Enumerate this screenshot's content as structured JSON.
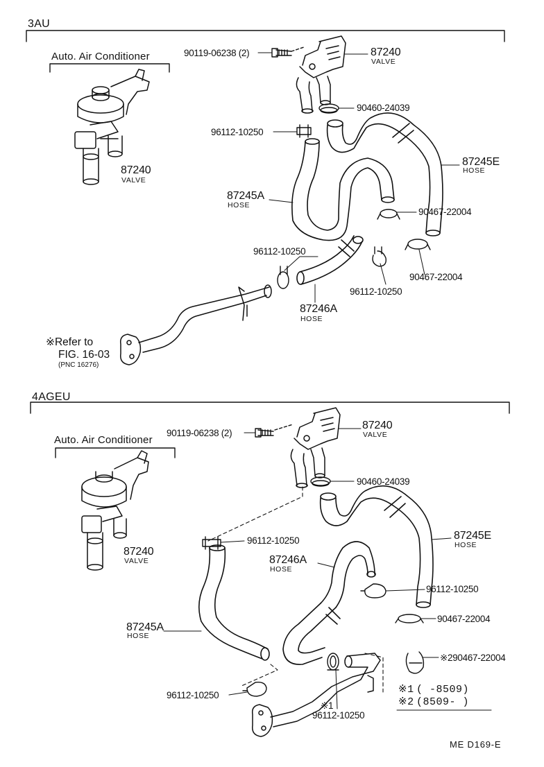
{
  "sections": [
    {
      "id": "3au",
      "title": "3AU",
      "option_label": "Auto. Air Conditioner",
      "parts": {
        "bolt": {
          "number": "90119-06238 (2)"
        },
        "valve_main": {
          "number": "87240",
          "name": "VALVE"
        },
        "clamp_24039": {
          "number": "90460-24039"
        },
        "clamp_10250_top": {
          "number": "96112-10250"
        },
        "hose_e": {
          "number": "87245E",
          "name": "HOSE"
        },
        "hose_a": {
          "number": "87245A",
          "name": "HOSE"
        },
        "clamp_22004_a": {
          "number": "90467-22004"
        },
        "clamp_10250_mid": {
          "number": "96112-10250"
        },
        "clamp_22004_b": {
          "number": "90467-22004"
        },
        "clamp_10250_low": {
          "number": "96112-10250"
        },
        "hose_246a": {
          "number": "87246A",
          "name": "HOSE"
        },
        "valve_ac": {
          "number": "87240",
          "name": "VALVE"
        }
      },
      "reference": {
        "line1": "※Refer to",
        "line2": "FIG. 16-03",
        "line3": "(PNC 16276)"
      }
    },
    {
      "id": "4ageu",
      "title": "4AGEU",
      "option_label": "Auto. Air Conditioner",
      "parts": {
        "bolt": {
          "number": "90119-06238 (2)"
        },
        "valve_main": {
          "number": "87240",
          "name": "VALVE"
        },
        "clamp_24039": {
          "number": "90460-24039"
        },
        "clamp_10250_top": {
          "number": "96112-10250"
        },
        "hose_e": {
          "number": "87245E",
          "name": "HOSE"
        },
        "hose_246a": {
          "number": "87246A",
          "name": "HOSE"
        },
        "clamp_10250_mid": {
          "number": "96112-10250"
        },
        "clamp_22004": {
          "number": "90467-22004"
        },
        "clamp_22004_star": {
          "number": "※290467-22004"
        },
        "hose_a": {
          "number": "87245A",
          "name": "HOSE"
        },
        "clamp_10250_low": {
          "number": "96112-10250"
        },
        "clamp_10250_star": {
          "mark": "※1",
          "number": "96112-10250"
        },
        "valve_ac": {
          "number": "87240",
          "name": "VALVE"
        }
      },
      "notes": [
        {
          "mark": "※1",
          "range": "(        -8509)"
        },
        {
          "mark": "※2",
          "range": "(8509-          )"
        }
      ]
    }
  ],
  "diagram_code": "ME  D169-E"
}
